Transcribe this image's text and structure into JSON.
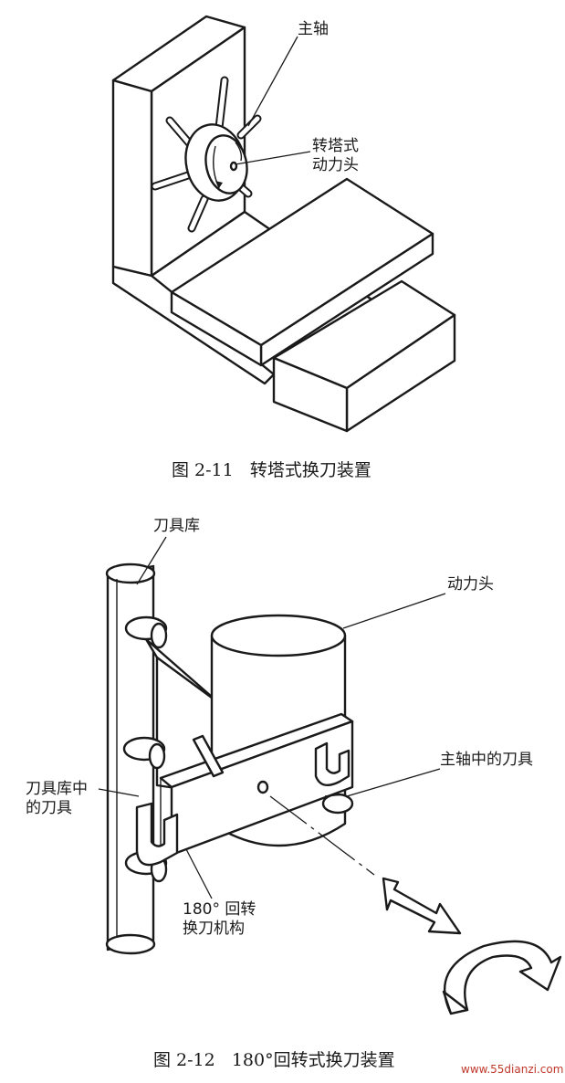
{
  "figure1": {
    "labels": {
      "spindle": "主轴",
      "turret_head": "转塔式\n动力头"
    },
    "caption": "图 2-11   转塔式换刀装置"
  },
  "figure2": {
    "labels": {
      "tool_magazine": "刀具库",
      "power_head": "动力头",
      "spindle_tool": "主轴中的刀具",
      "magazine_tool": "刀具库中\n的刀具",
      "rotary_mechanism": "180° 回转\n换刀机构"
    },
    "caption": "图 2-12   180°回转式换刀装置"
  },
  "watermark": "www.55dianzi.com"
}
